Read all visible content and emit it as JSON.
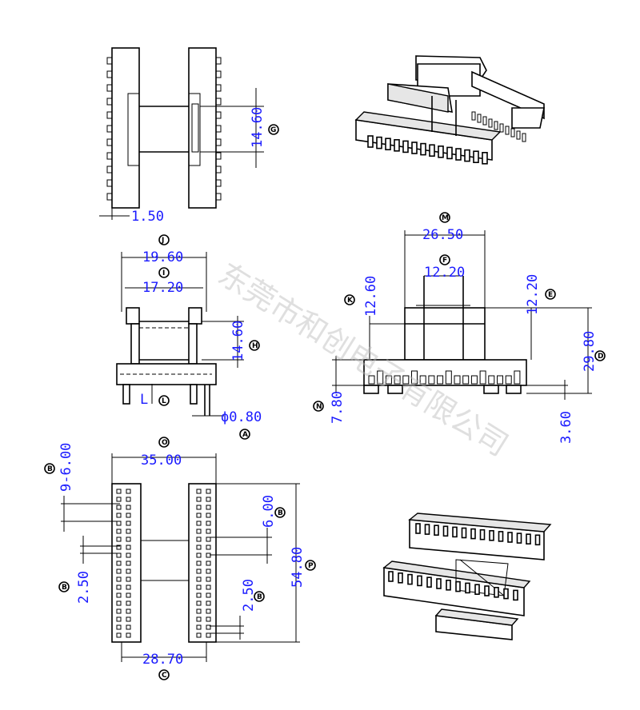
{
  "dimensions": {
    "top_left_width": "1.50",
    "top_left_core": "14.60",
    "side_outer_width": "19.60",
    "side_inner_width": "17.20",
    "side_core_height": "14.60",
    "pin_length": "L",
    "pin_diameter": "ϕ0.80",
    "front_width": "26.50",
    "front_inner": "12.20",
    "front_left_height": "12.60",
    "front_right_height": "12.20",
    "front_total_height": "29.80",
    "front_base_height": "7.80",
    "front_pin_height": "3.60",
    "bottom_total_width": "35.00",
    "bottom_pin_pitch": "9-6.00",
    "bottom_pitch_right": "6.00",
    "bottom_pitch_small_left": "2.50",
    "bottom_pitch_small_right": "2.50",
    "bottom_length": "54.80",
    "bottom_pin_span": "28.70"
  },
  "badges": {
    "G": "G",
    "J": "J",
    "I": "I",
    "H": "H",
    "L": "L",
    "A": "A",
    "M": "M",
    "F": "F",
    "K": "K",
    "E": "E",
    "D": "D",
    "N": "N",
    "O": "O",
    "B1": "B",
    "B2": "B",
    "B3": "B",
    "B4": "B",
    "P": "P",
    "C": "C"
  },
  "watermark": "东莞市和创电子有限公司",
  "colors": {
    "dimension_text": "#1a1aff",
    "line": "#000000"
  }
}
